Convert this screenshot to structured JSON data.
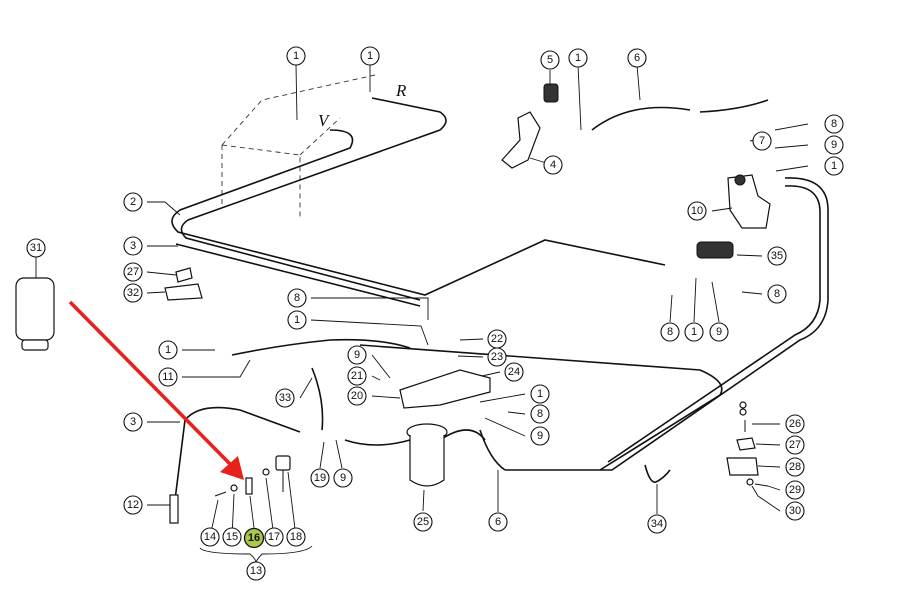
{
  "labels": {
    "v": "V",
    "r": "R"
  },
  "callouts": {
    "c1a": "1",
    "c1b": "1",
    "c1c": "1",
    "c1d": "1",
    "c1e": "1",
    "c1f": "1",
    "c1g": "1",
    "c1h": "1",
    "c2": "2",
    "c3a": "3",
    "c3b": "3",
    "c4": "4",
    "c5": "5",
    "c6a": "6",
    "c6b": "6",
    "c7": "7",
    "c8a": "8",
    "c8b": "8",
    "c8c": "8",
    "c8d": "8",
    "c8e": "8",
    "c9a": "9",
    "c9b": "9",
    "c9c": "9",
    "c9d": "9",
    "c9e": "9",
    "c10": "10",
    "c11": "11",
    "c12": "12",
    "c13": "13",
    "c14": "14",
    "c15": "15",
    "c16": "16",
    "c17": "17",
    "c18": "18",
    "c19": "19",
    "c20": "20",
    "c21": "21",
    "c22": "22",
    "c23": "23",
    "c24": "24",
    "c25": "25",
    "c26": "26",
    "c27a": "27",
    "c27b": "27",
    "c28": "28",
    "c29": "29",
    "c30": "30",
    "c31": "31",
    "c32": "32",
    "c33": "33",
    "c34": "34",
    "c35": "35"
  },
  "highlight": {
    "part": "16",
    "color": "#a9c94a",
    "arrow_color": "#e8221b"
  }
}
